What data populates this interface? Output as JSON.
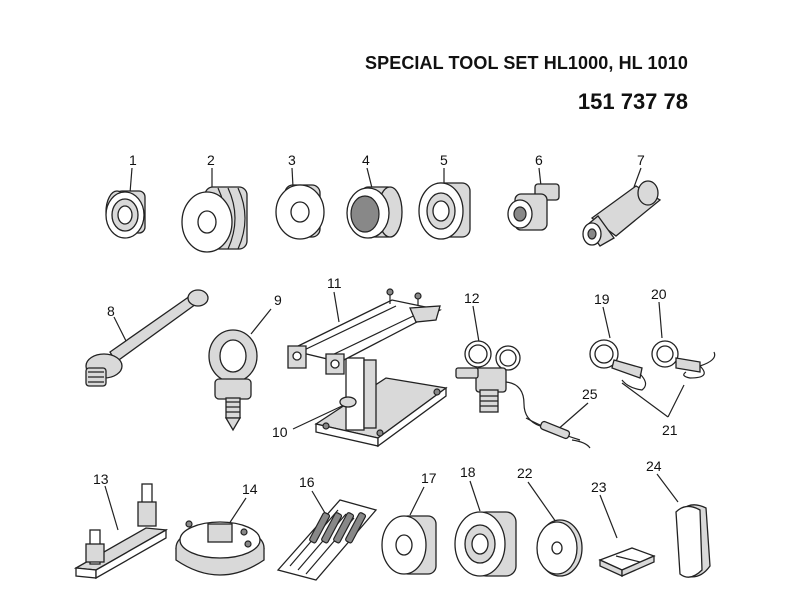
{
  "title": "SPECIAL TOOL SET HL1000, HL 1010",
  "part_number": "151 737 78",
  "callouts": [
    "1",
    "2",
    "3",
    "4",
    "5",
    "6",
    "7",
    "8",
    "9",
    "10",
    "11",
    "12",
    "13",
    "14",
    "16",
    "17",
    "18",
    "19",
    "20",
    "21",
    "22",
    "23",
    "24",
    "25"
  ]
}
